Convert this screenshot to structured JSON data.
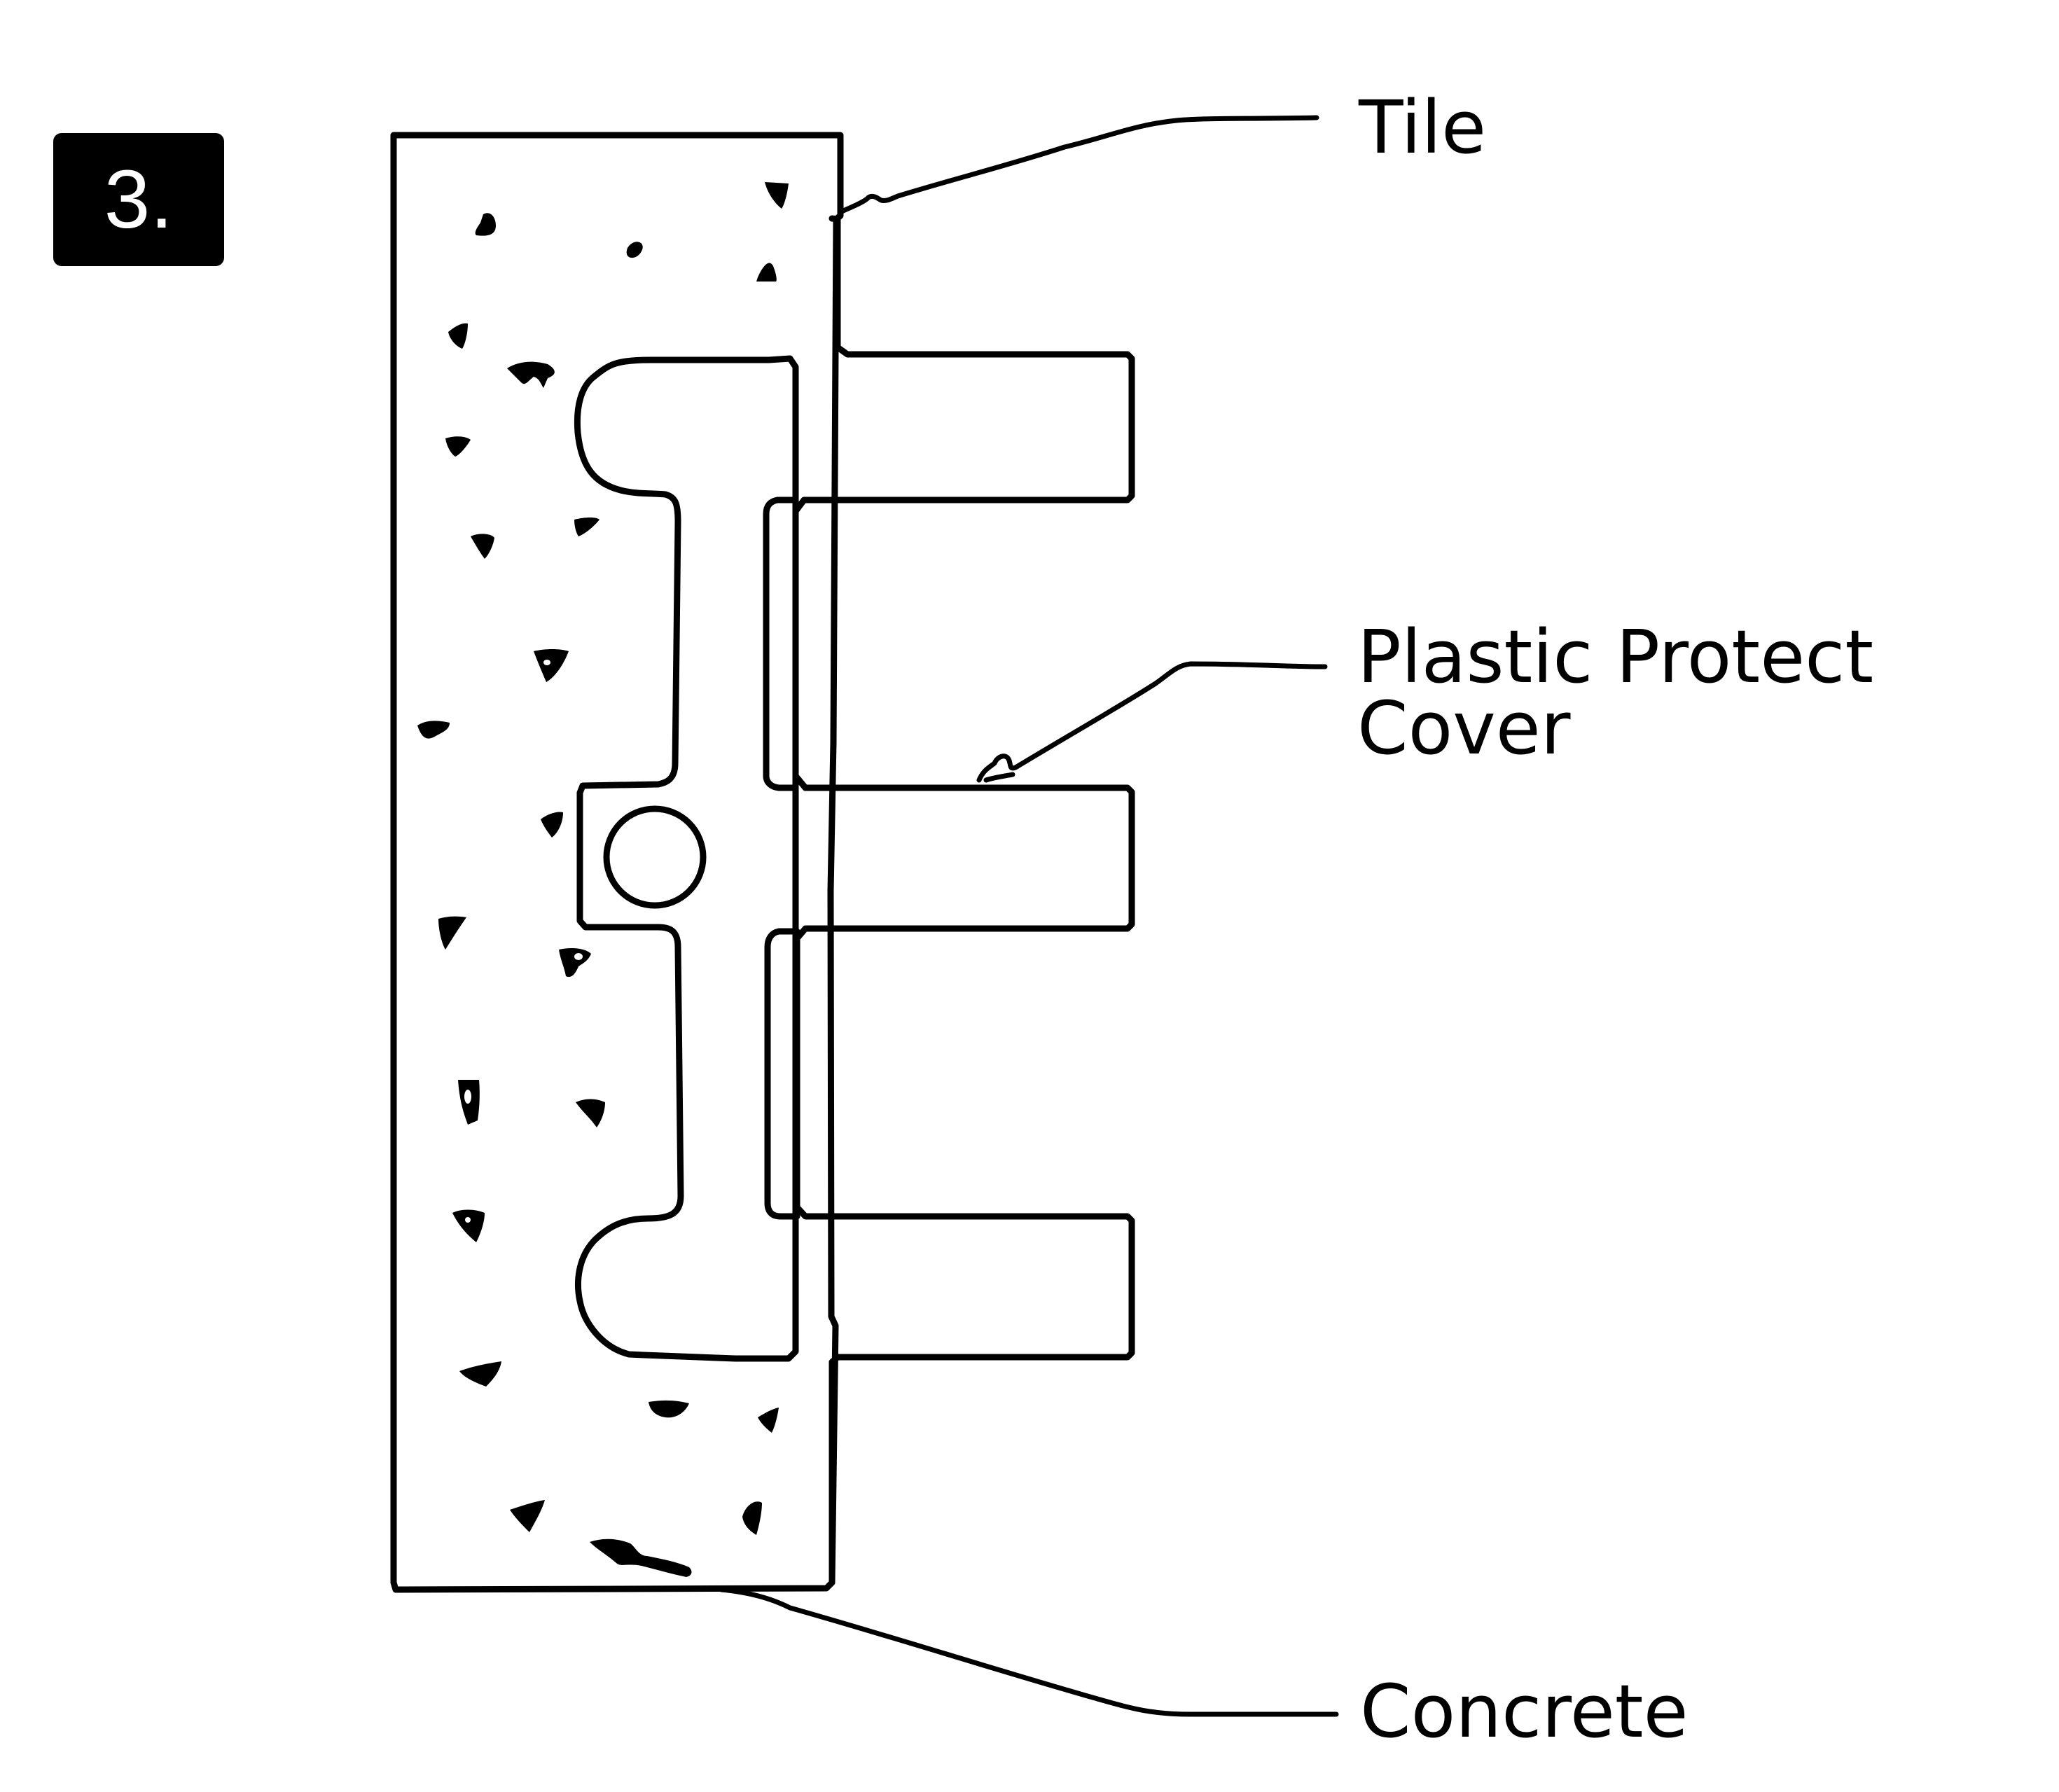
{
  "step_badge": {
    "label": "3."
  },
  "labels": {
    "tile": "Tile",
    "plastic_protect_cover_line1": "Plastic Protect",
    "plastic_protect_cover_line2": "Cover",
    "concrete": "Concrete"
  },
  "colors": {
    "ink": "#000000",
    "background": "#ffffff",
    "badge_text": "#ffffff"
  }
}
